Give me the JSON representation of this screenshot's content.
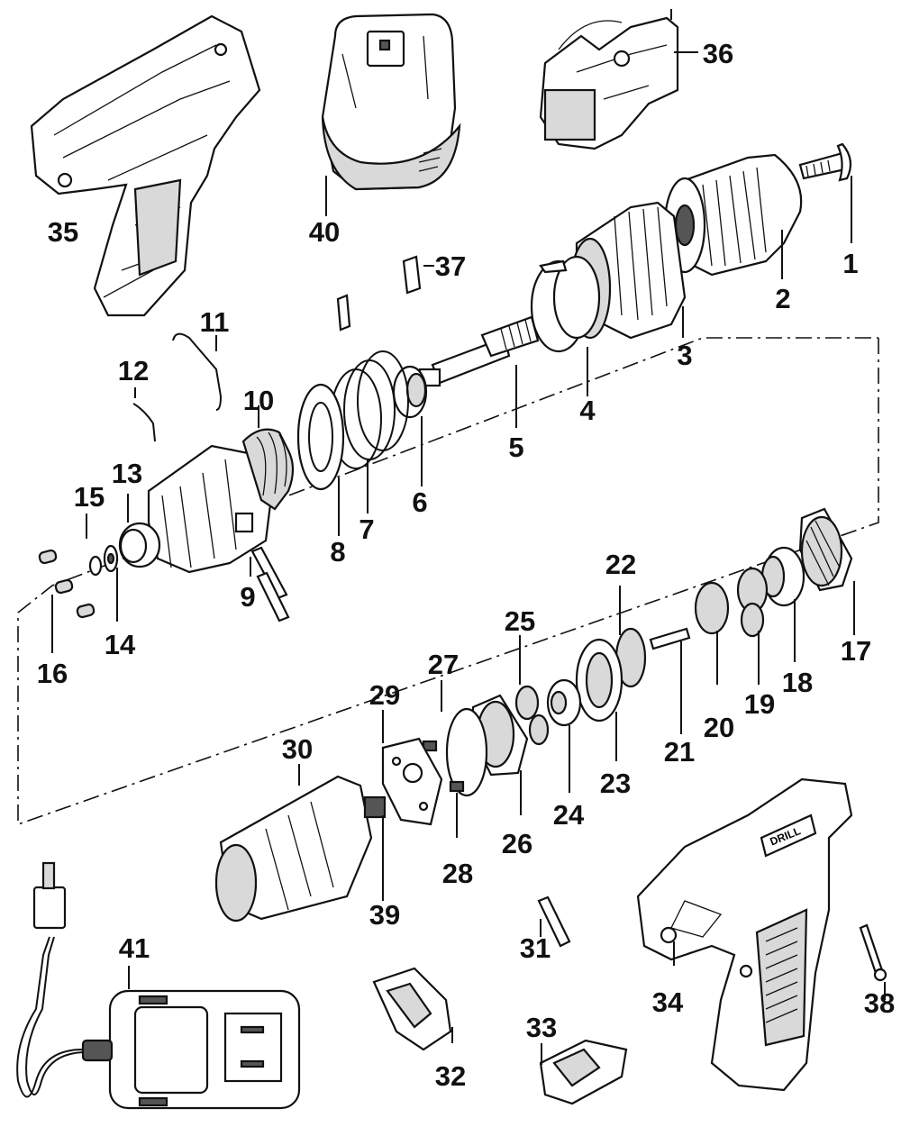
{
  "callouts": {
    "c1": "1",
    "c2": "2",
    "c3": "3",
    "c4": "4",
    "c5": "5",
    "c6": "6",
    "c7": "7",
    "c8": "8",
    "c9": "9",
    "c10": "10",
    "c11": "11",
    "c12": "12",
    "c13": "13",
    "c14": "14",
    "c15": "15",
    "c16": "16",
    "c17": "17",
    "c18": "18",
    "c19": "19",
    "c20": "20",
    "c21": "21",
    "c22": "22",
    "c23": "23",
    "c24": "24",
    "c25": "25",
    "c26": "26",
    "c27": "27",
    "c28": "28",
    "c29": "29",
    "c30": "30",
    "c31": "31",
    "c32": "32",
    "c33": "33",
    "c34": "34",
    "c35": "35",
    "c36": "36",
    "c37": "37",
    "c38": "38",
    "c39": "39",
    "c40": "40",
    "c41": "41"
  },
  "drill_logo": "DRILL",
  "icons": {
    "housing": "housing-half-icon",
    "battery": "battery-pack-icon",
    "switch": "trigger-switch-icon",
    "chuck": "keyless-chuck-icon",
    "motor": "dc-motor-icon",
    "charger": "wall-charger-icon"
  }
}
